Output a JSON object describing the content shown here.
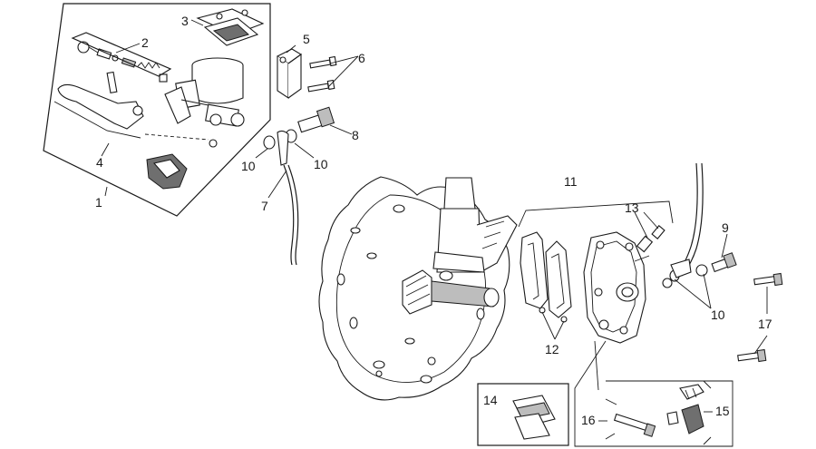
{
  "diagram": {
    "callouts": [
      {
        "id": "c1",
        "text": "1"
      },
      {
        "id": "c2",
        "text": "2"
      },
      {
        "id": "c3",
        "text": "3"
      },
      {
        "id": "c4",
        "text": "4"
      },
      {
        "id": "c5",
        "text": "5"
      },
      {
        "id": "c6",
        "text": "6"
      },
      {
        "id": "c7",
        "text": "7"
      },
      {
        "id": "c8",
        "text": "8"
      },
      {
        "id": "c9",
        "text": "9"
      },
      {
        "id": "c10a",
        "text": "10"
      },
      {
        "id": "c10b",
        "text": "10"
      },
      {
        "id": "c10c",
        "text": "10"
      },
      {
        "id": "c11",
        "text": "11"
      },
      {
        "id": "c12",
        "text": "12"
      },
      {
        "id": "c13",
        "text": "13"
      },
      {
        "id": "c14",
        "text": "14"
      },
      {
        "id": "c15",
        "text": "15"
      },
      {
        "id": "c16",
        "text": "16"
      },
      {
        "id": "c17",
        "text": "17"
      }
    ]
  }
}
